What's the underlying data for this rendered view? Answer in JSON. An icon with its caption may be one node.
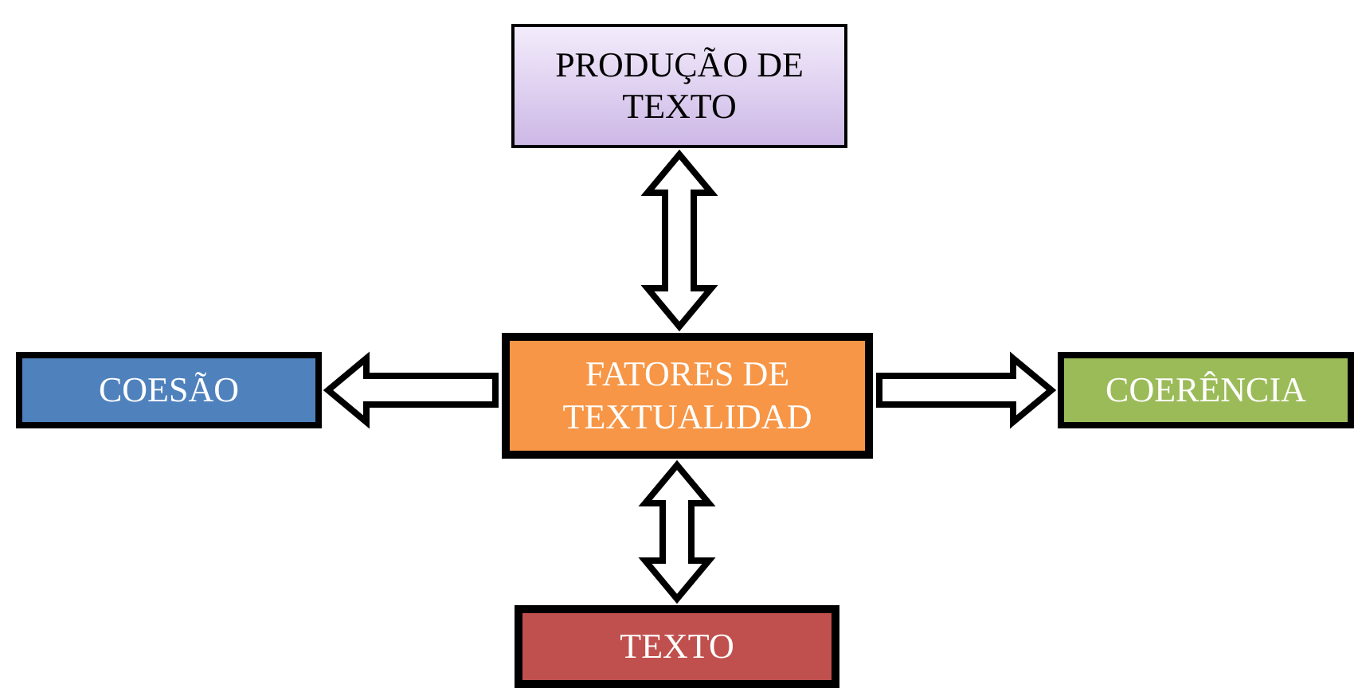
{
  "diagram": {
    "nodes": [
      {
        "text": [
          "PRODUÇÃO DE TEXTO"
        ]
      },
      {
        "text": [
          "COESÃO"
        ]
      },
      {
        "text": [
          "FATORES DE TEXTUALIDAD"
        ]
      },
      {
        "text": [
          "COERÊNCIA"
        ]
      },
      {
        "text": [
          "TEXTO"
        ]
      }
    ],
    "edges": [
      {
        "from": 2,
        "to": 0,
        "arrow": "both"
      },
      {
        "from": 2,
        "to": 1,
        "arrow": "to"
      },
      {
        "from": 2,
        "to": 3,
        "arrow": "to"
      },
      {
        "from": 2,
        "to": 4,
        "arrow": "both"
      }
    ]
  }
}
